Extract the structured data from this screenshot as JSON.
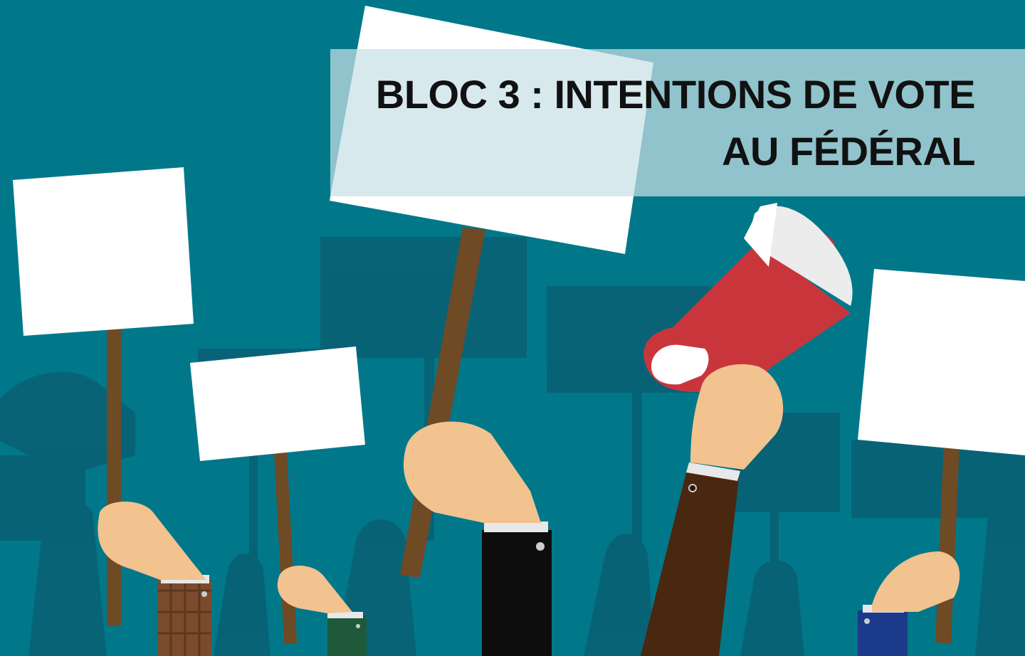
{
  "slide": {
    "title_line_1": "BLOC 3 : INTENTIONS DE VOTE",
    "title_line_2": "AU FÉDÉRAL"
  },
  "illustration": {
    "icons": [
      "protest-crowd-illustration",
      "megaphone-icon",
      "blank-sign-icon",
      "raised-hand-icon"
    ]
  },
  "colors": {
    "background": "#00788a",
    "silhouette": "#0a5f73",
    "sign": "#ffffff",
    "stick": "#6e4a25",
    "skin": "#f2c28f",
    "megaphone_red": "#c8363c",
    "banner": "#c8e1e6"
  }
}
